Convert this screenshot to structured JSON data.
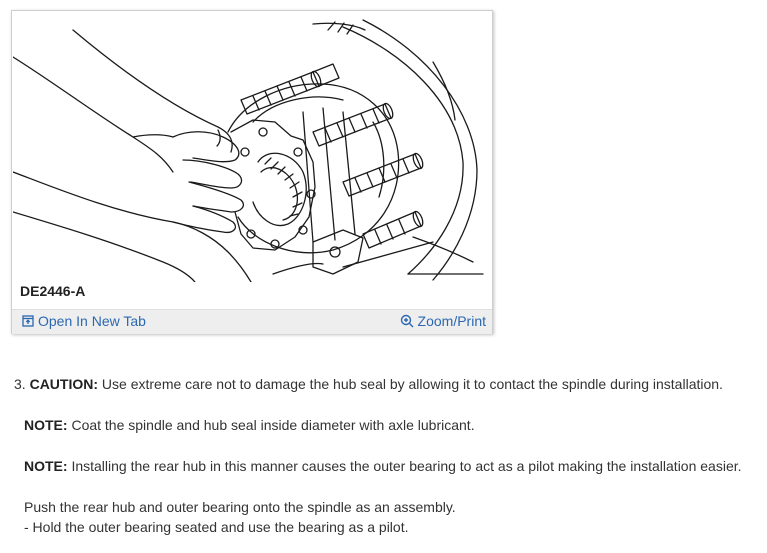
{
  "figure": {
    "caption": "DE2446-A",
    "open_tab_label": "Open In New Tab",
    "zoom_label": "Zoom/Print",
    "link_color": "#2b68b1",
    "icons": [
      "open-in-new-tab-icon",
      "zoom-magnifier-icon"
    ]
  },
  "instructions": {
    "step_number": "3.",
    "caution_label": "CAUTION:",
    "caution_text": " Use extreme care not to damage the hub seal by allowing it to contact the spindle during installation.",
    "notes": [
      {
        "label": "NOTE:",
        "text": " Coat the spindle and hub seal inside diameter with axle lubricant."
      },
      {
        "label": "NOTE:",
        "text": " Installing the rear hub in this manner causes the outer bearing to act as a pilot making the installation easier."
      }
    ],
    "main_text": "Push the rear hub and outer bearing onto the spindle as an assembly.",
    "sub_text": "-  Hold the outer bearing seated and use the bearing as a pilot."
  }
}
